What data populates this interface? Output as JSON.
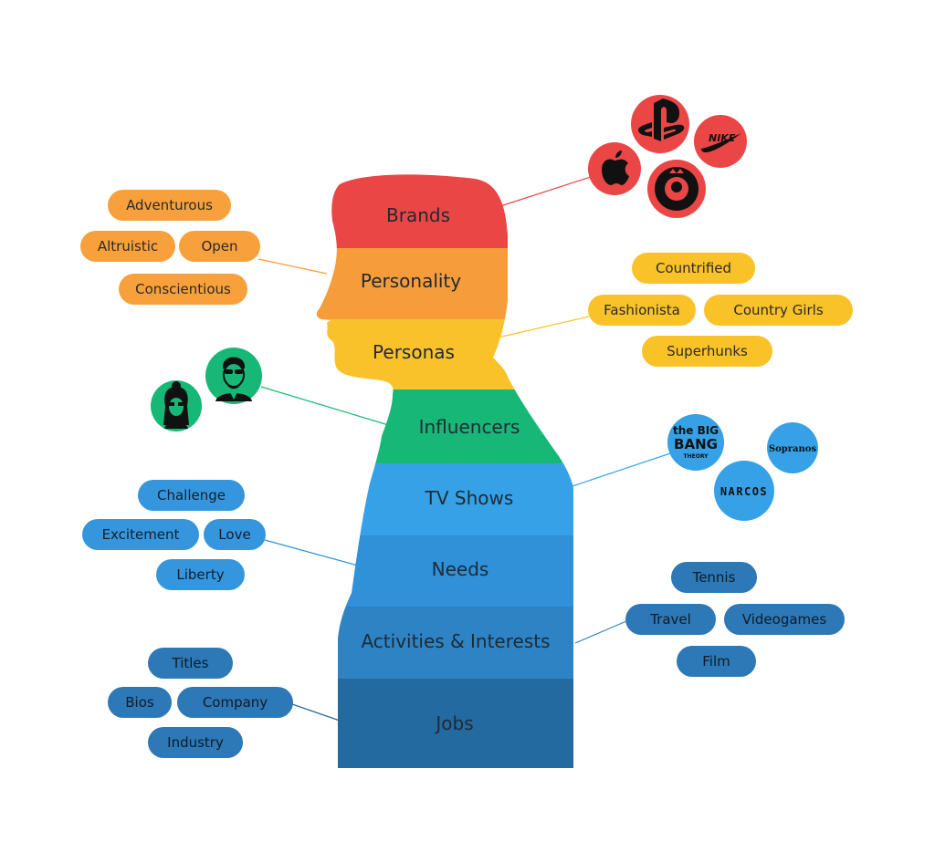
{
  "colors": {
    "brands": "#ea4646",
    "personality": "#f79c3a",
    "personas": "#fac22a",
    "influencers": "#17b877",
    "tv_shows": "#36a1e6",
    "needs": "#3090d8",
    "activities": "#2e83c4",
    "jobs": "#236aa0"
  },
  "bands": [
    {
      "key": "brands",
      "label": "Brands"
    },
    {
      "key": "personality",
      "label": "Personality"
    },
    {
      "key": "personas",
      "label": "Personas"
    },
    {
      "key": "influencers",
      "label": "Influencers"
    },
    {
      "key": "tv_shows",
      "label": "TV Shows"
    },
    {
      "key": "needs",
      "label": "Needs"
    },
    {
      "key": "activities",
      "label": "Activities & Interests"
    },
    {
      "key": "jobs",
      "label": "Jobs"
    }
  ],
  "personality_tags": [
    "Adventurous",
    "Altruistic",
    "Open",
    "Conscientious"
  ],
  "persona_tags": [
    "Countrified",
    "Fashionista",
    "Country Girls",
    "Superhunks"
  ],
  "need_tags": [
    "Challenge",
    "Excitement",
    "Love",
    "Liberty"
  ],
  "activity_tags": [
    "Tennis",
    "Travel",
    "Videogames",
    "Film"
  ],
  "job_tags": [
    "Titles",
    "Bios",
    "Company",
    "Industry"
  ],
  "brand_logos": [
    "playstation-logo",
    "nike-logo",
    "apple-logo",
    "starbucks-logo"
  ],
  "nike_text": "NIKE",
  "influencer_icons": [
    "woman-avatar-icon",
    "man-avatar-icon"
  ],
  "tv_logos": {
    "big_bang_1": "the BIG",
    "big_bang_2": "BANG",
    "big_bang_3": "THEORY",
    "sopranos": "Sopranos",
    "narcos": "NARCOS"
  }
}
